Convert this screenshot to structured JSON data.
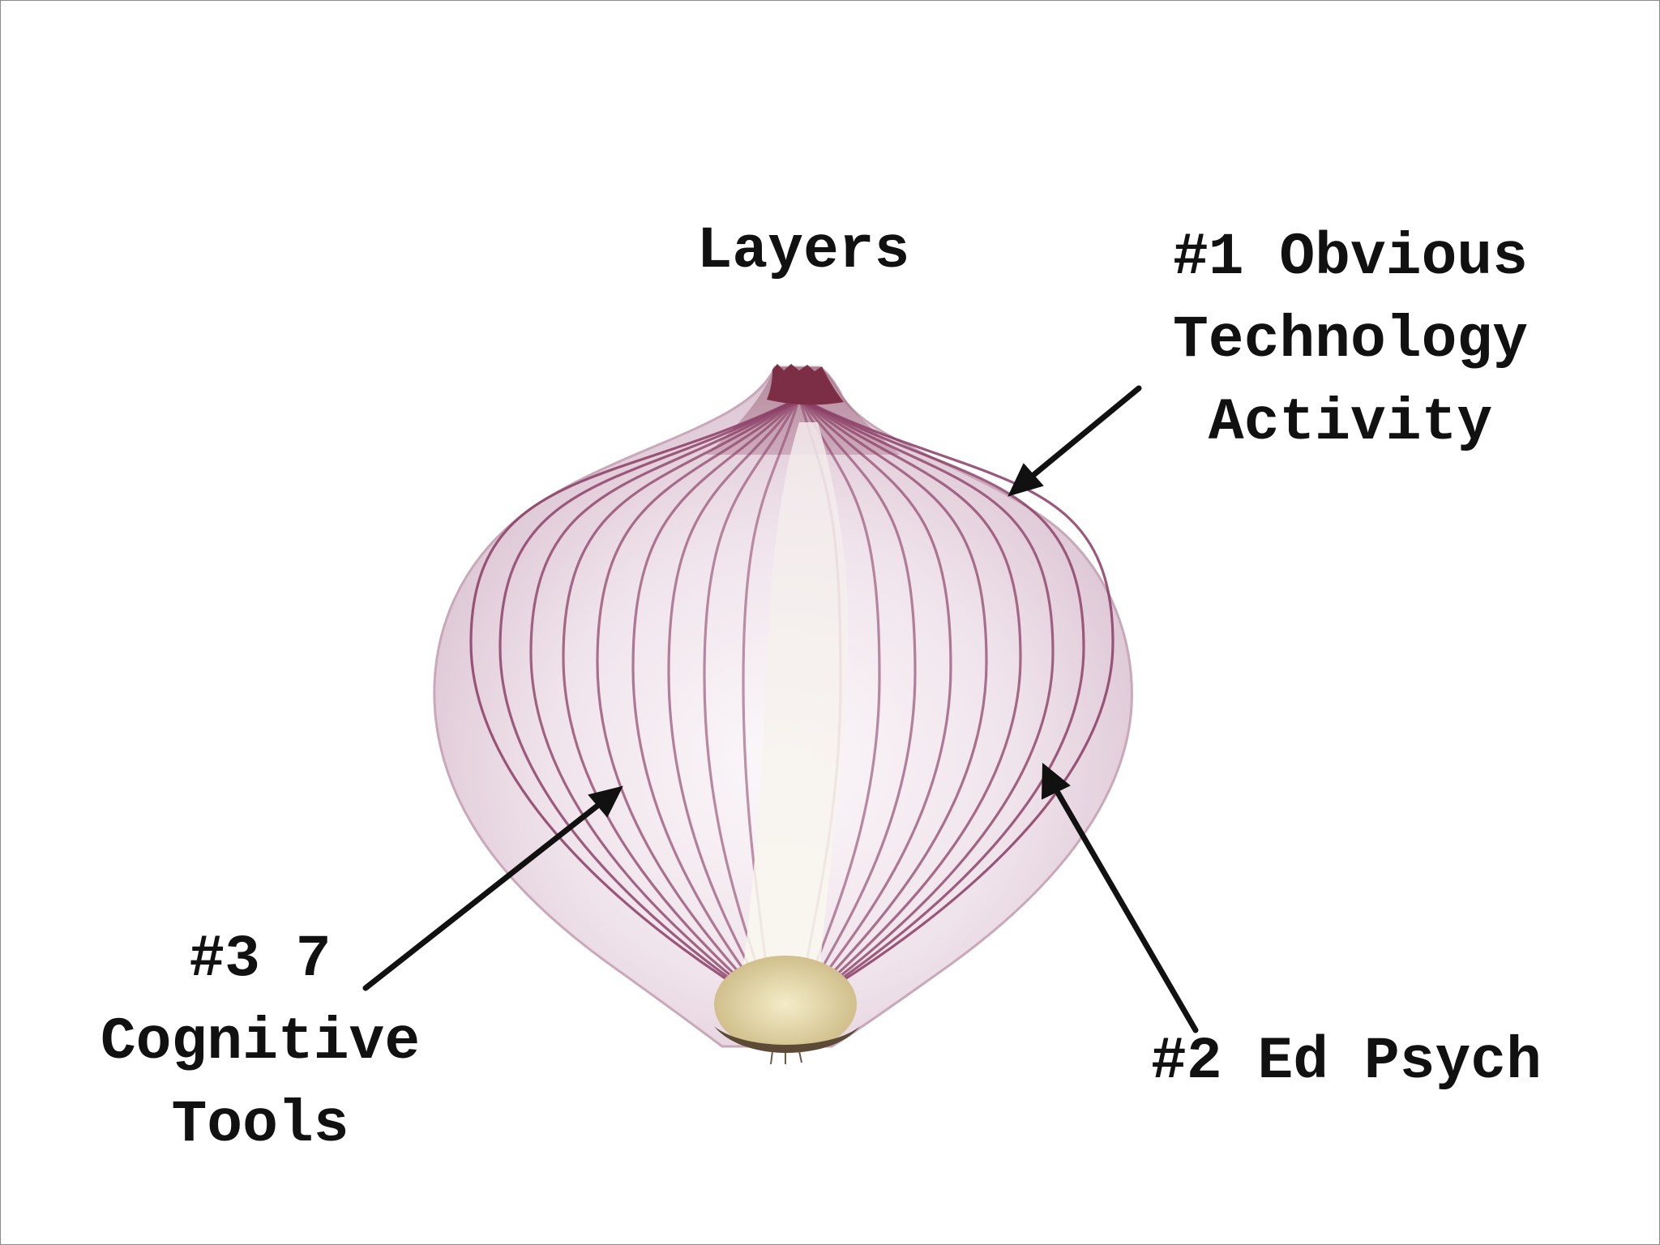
{
  "title": "Layers",
  "callouts": {
    "layer1": {
      "line1": "#1 Obvious",
      "line2": "Technology",
      "line3": "Activity"
    },
    "layer2": {
      "line1": "#2 Ed Psych"
    },
    "layer3": {
      "line1": "#3 7",
      "line2": "Cognitive",
      "line3": "Tools"
    }
  },
  "image": {
    "subject": "red-onion-cross-section",
    "colors": {
      "flesh": "#f1e6ee",
      "ring": "#8c3f66",
      "core": "#f6f3e6",
      "root": "#e9dcb0",
      "neck": "#7d2e47"
    }
  },
  "colors": {
    "text": "#111111",
    "arrow": "#111111",
    "background": "#ffffff",
    "border": "#8a8a8a"
  }
}
